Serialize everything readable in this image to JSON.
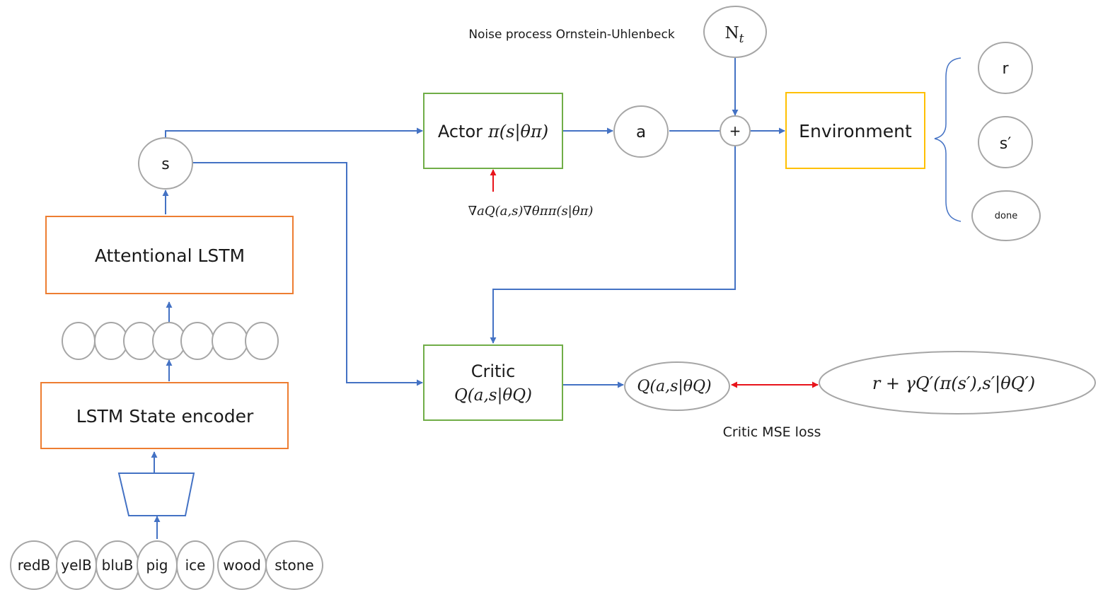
{
  "colors": {
    "flow": "#4472c4",
    "gradient": "#e8141b",
    "circle_stroke": "#a6a6a6",
    "circle_fill": "#ffffff",
    "encoder_box": "#ed7d31",
    "network_box": "#70ad47",
    "environment_box": "#ffc000"
  },
  "noise": {
    "label": "Noise process Ornstein-Uhlenbeck",
    "symbol": "N",
    "subscript": "t"
  },
  "actor": {
    "label": "Actor",
    "formula": "π(s|θπ)"
  },
  "action": {
    "label": "a"
  },
  "sum_node": {
    "label": "+"
  },
  "environment": {
    "label": "Environment"
  },
  "env_outputs": {
    "reward": "r",
    "next_state": "s′",
    "done": "done"
  },
  "state": {
    "label": "s"
  },
  "attentional_lstm": {
    "label": "Attentional LSTM"
  },
  "state_encoder": {
    "label": "LSTM State encoder"
  },
  "actor_gradient": {
    "formula": "∇aQ(a,s)∇θππ(s|θπ)"
  },
  "critic": {
    "label": "Critic",
    "formula": "Q(a,s|θQ)"
  },
  "q_value": {
    "formula": "Q(a,s|θQ)"
  },
  "target": {
    "formula": "r + γQ′(π(s′),s′|θQ′)"
  },
  "critic_loss": {
    "label": "Critic MSE loss"
  },
  "object_inputs": [
    "redB",
    "yelB",
    "bluB",
    "pig",
    "ice",
    "wood",
    "stone"
  ]
}
